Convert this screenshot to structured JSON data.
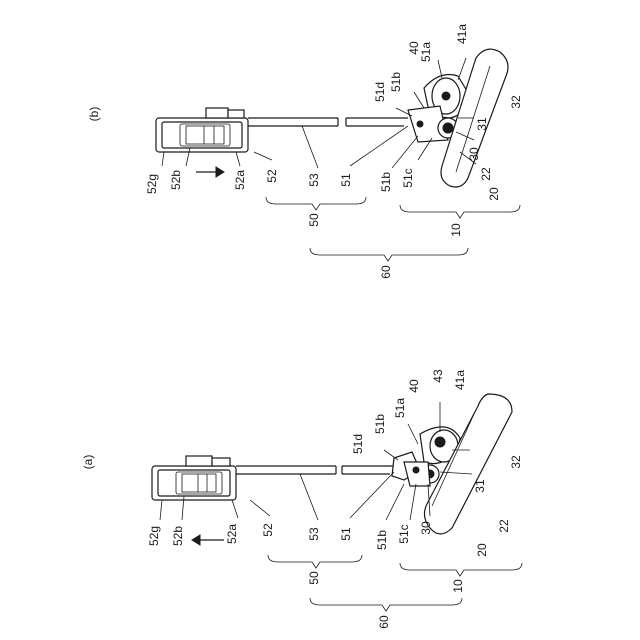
{
  "panels": {
    "a": {
      "panel_label": "(a)",
      "labels": {
        "p40": "40",
        "p43": "43",
        "p41a": "41a",
        "p51a": "51a",
        "p51b_top": "51b",
        "p51d": "51d",
        "p32": "32",
        "p31": "31",
        "p51b_bot": "51b",
        "p51c": "51c",
        "p30": "30",
        "p20": "20",
        "p22": "22",
        "p52g": "52g",
        "p52b": "52b",
        "p52a": "52a",
        "p52": "52",
        "p53": "53",
        "p51": "51",
        "p50": "50",
        "p10": "10",
        "p60": "60"
      }
    },
    "b": {
      "panel_label": "(b)",
      "labels": {
        "p40": "40",
        "p51a": "51a",
        "p41a": "41a",
        "p51d": "51d",
        "p51b_top": "51b",
        "p32": "32",
        "p31": "31",
        "p30": "30",
        "p22": "22",
        "p20": "20",
        "p51b_bot": "51b",
        "p51c": "51c",
        "p51": "51",
        "p53": "53",
        "p52": "52",
        "p52a": "52a",
        "p52b": "52b",
        "p52g": "52g",
        "p50": "50",
        "p10": "10",
        "p60": "60"
      }
    }
  }
}
